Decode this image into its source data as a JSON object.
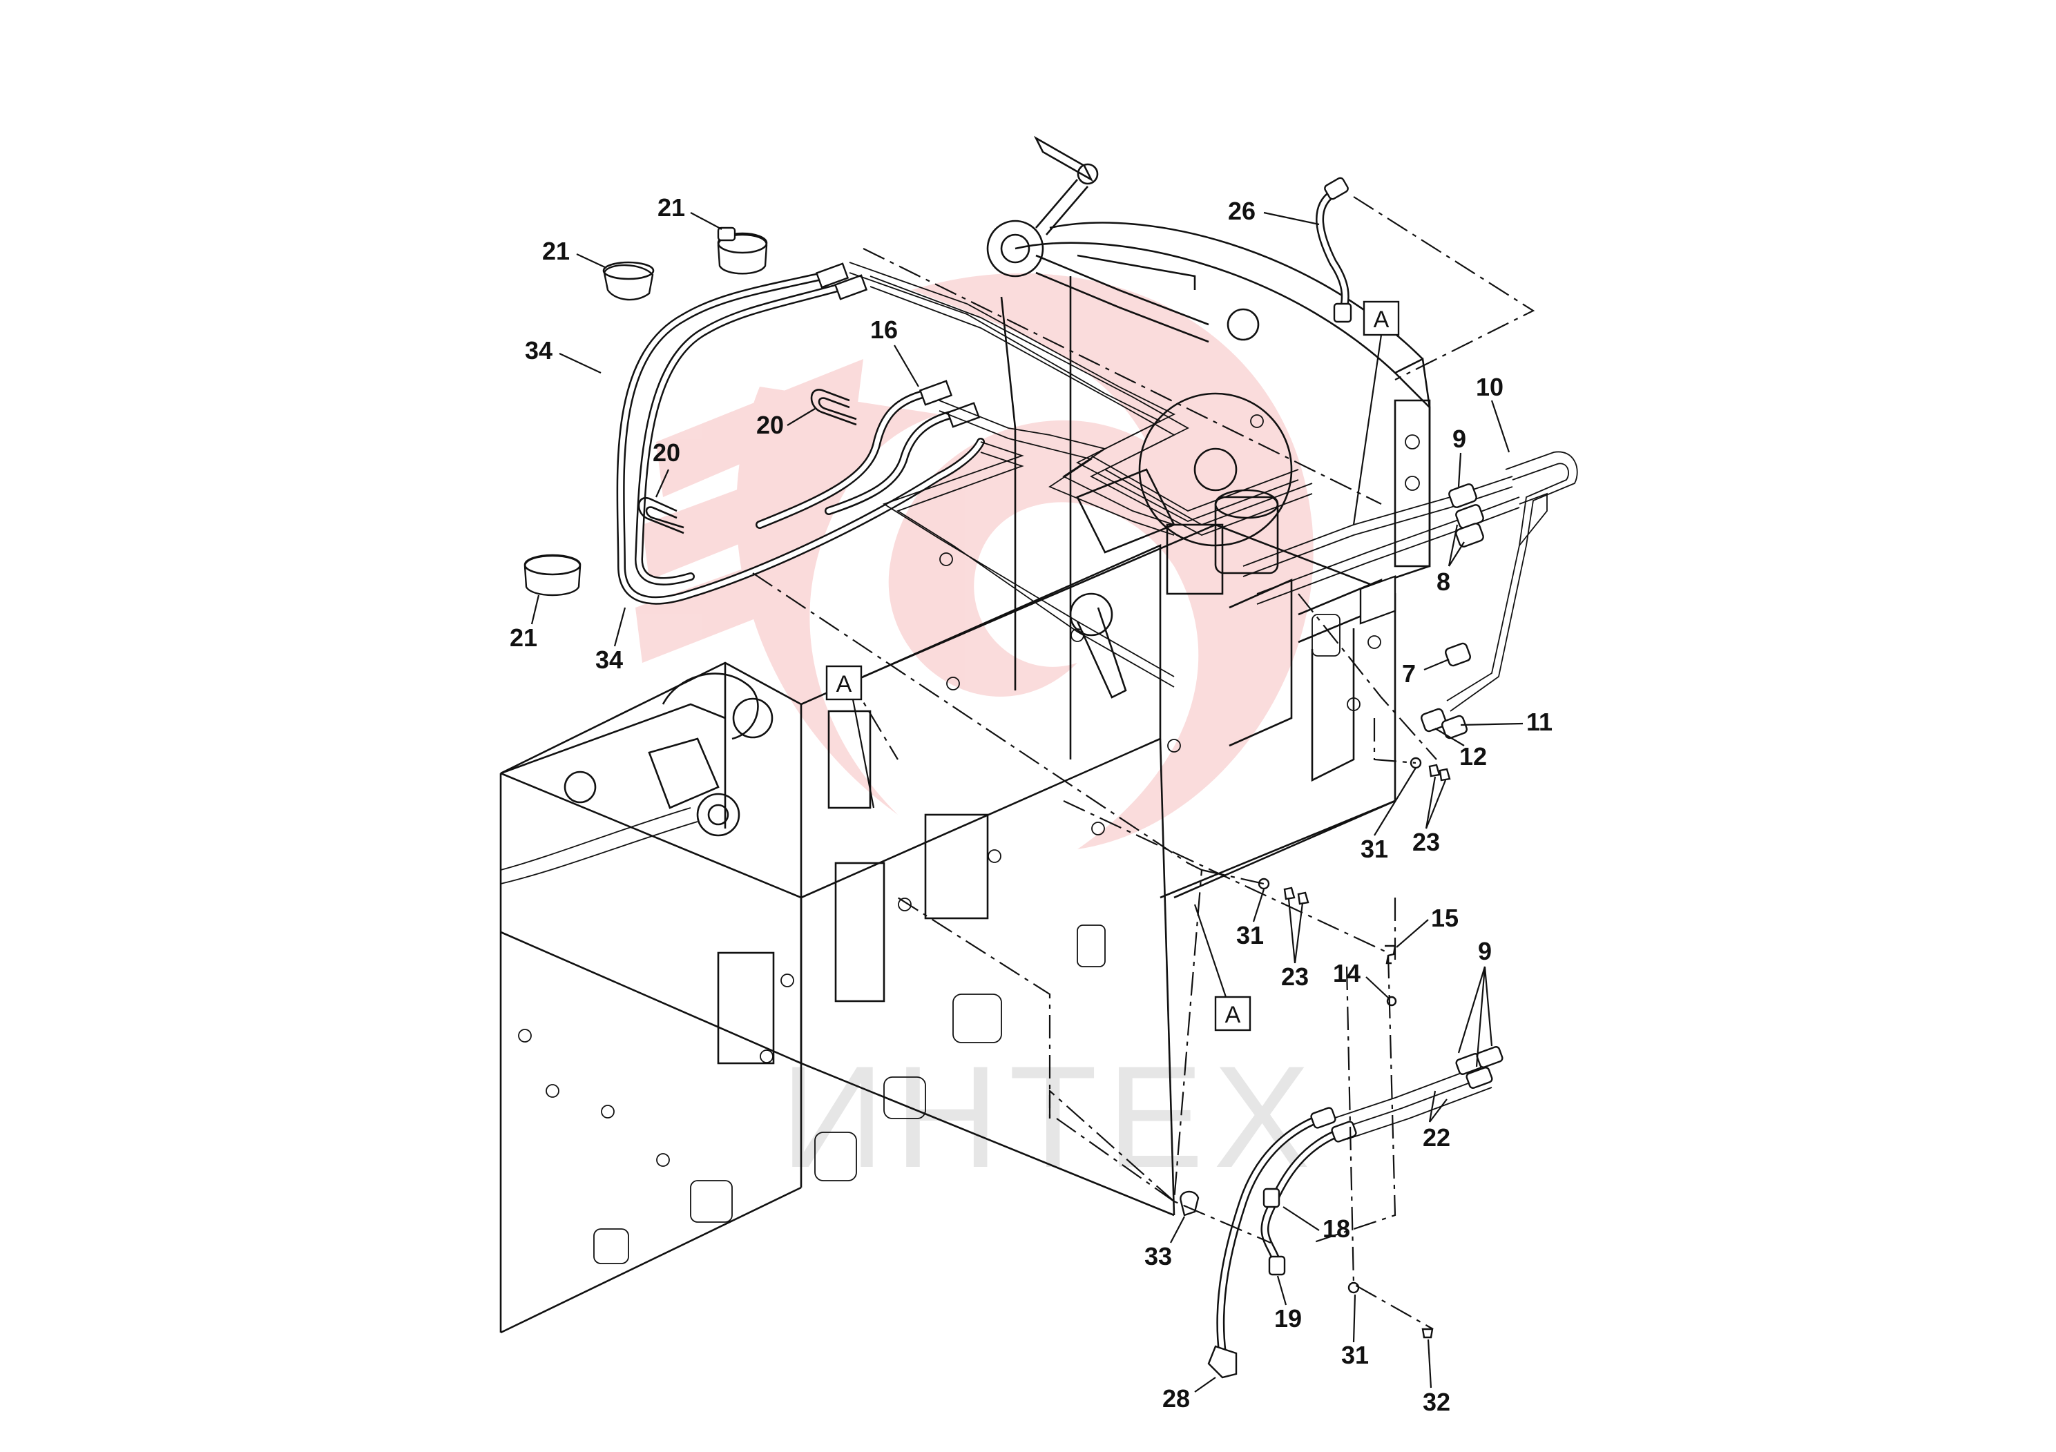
{
  "diagram": {
    "watermark": {
      "text": "ИНТЕХ",
      "logo": "red-swirl-logo"
    },
    "reference_labels": [
      "A",
      "A",
      "A"
    ],
    "callouts": [
      "21",
      "21",
      "21",
      "34",
      "34",
      "16",
      "20",
      "20",
      "26",
      "10",
      "9",
      "8",
      "7",
      "11",
      "12",
      "31",
      "23",
      "31",
      "23",
      "15",
      "14",
      "9",
      "22",
      "18",
      "33",
      "19",
      "31",
      "28",
      "32"
    ]
  },
  "colors": {
    "line": "#111111",
    "watermark_red": "#e63c3c",
    "watermark_gray": "#b8b8b8",
    "background": "#ffffff"
  }
}
